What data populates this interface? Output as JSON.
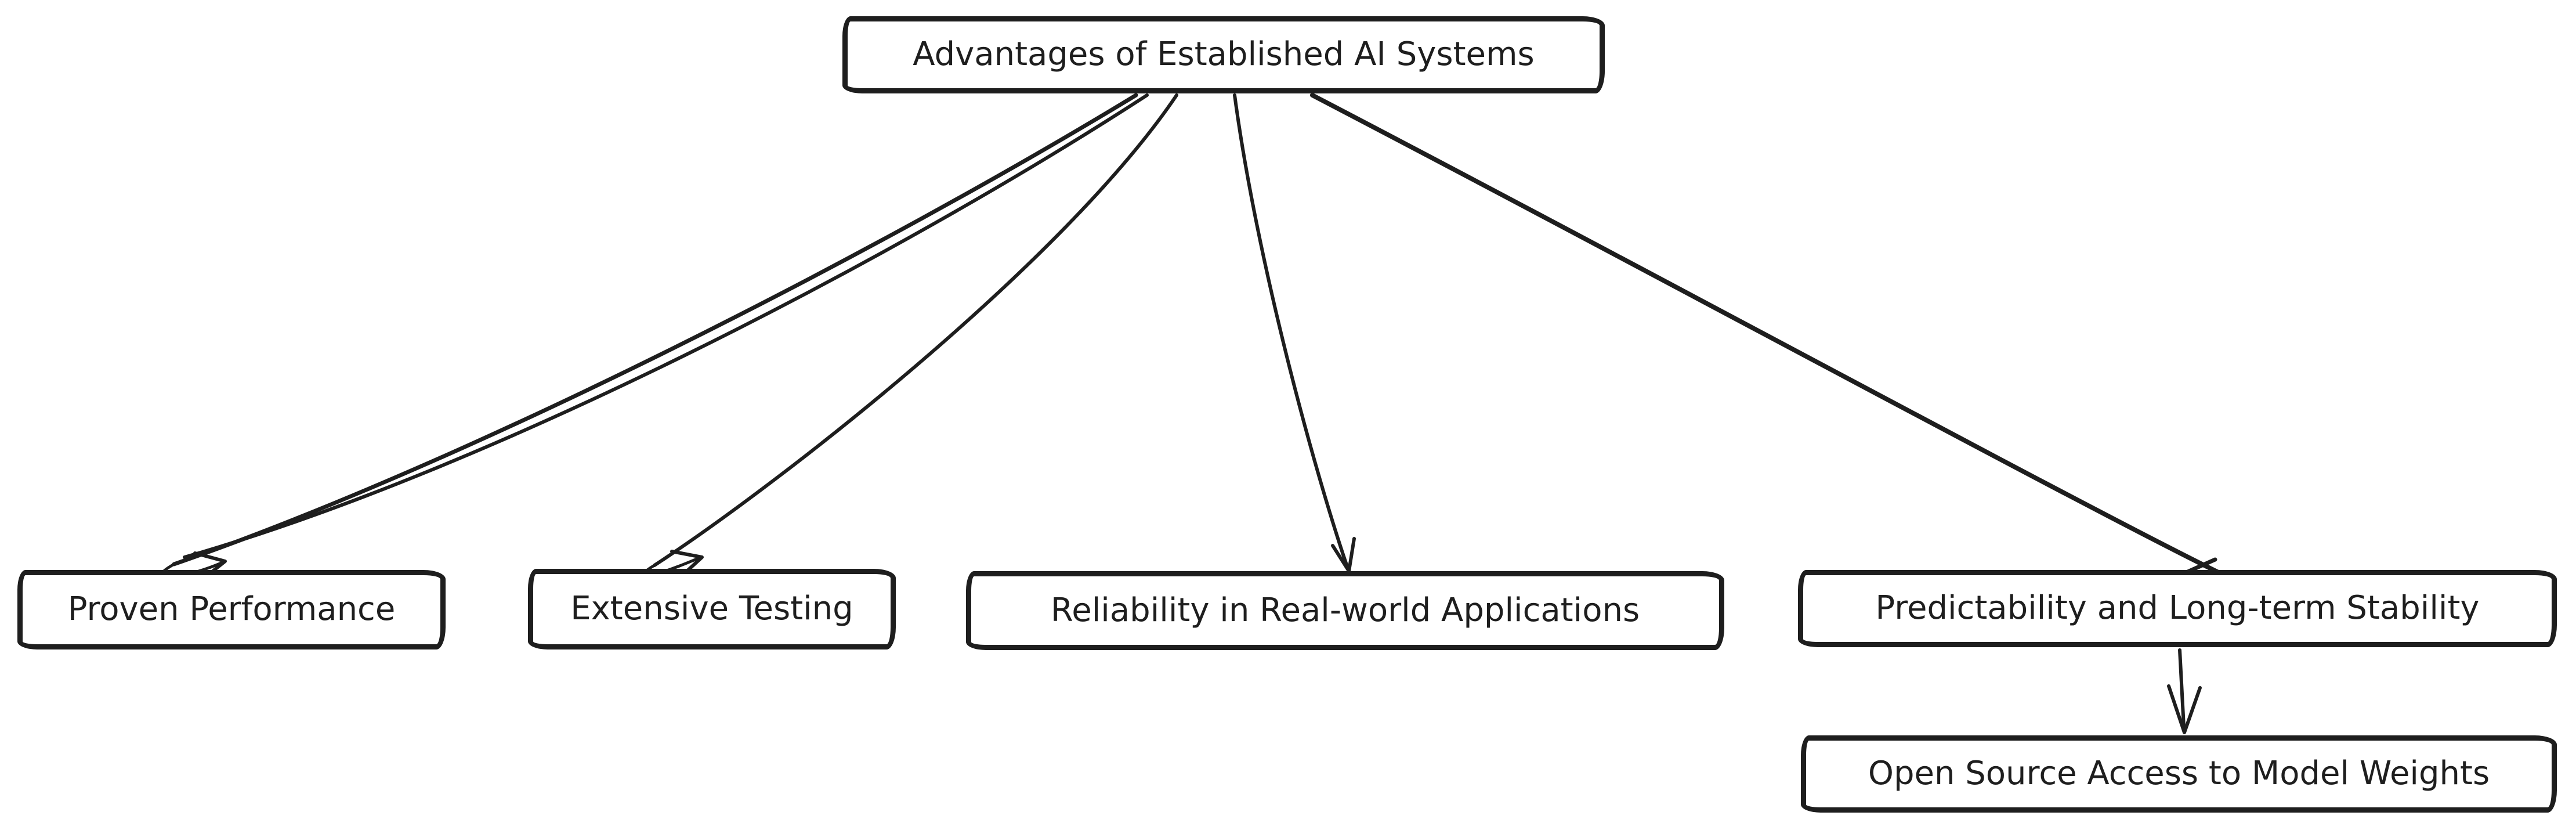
{
  "diagram": {
    "type": "flowchart",
    "style": "hand-drawn",
    "colors": {
      "background": "#ffffff",
      "stroke": "#1e1e1e",
      "node_fill": "#ffffff",
      "text": "#1e1e1e"
    },
    "nodes": {
      "root": {
        "label": "Advantages of Established AI Systems"
      },
      "children": [
        {
          "label": "Proven Performance"
        },
        {
          "label": "Extensive Testing"
        },
        {
          "label": "Reliability in Real-world Applications"
        },
        {
          "label": "Predictability and Long-term Stability"
        }
      ],
      "grandchild": {
        "label": "Open Source Access to Model Weights"
      }
    },
    "edges": [
      {
        "from": "Advantages of Established AI Systems",
        "to": "Proven Performance"
      },
      {
        "from": "Advantages of Established AI Systems",
        "to": "Extensive Testing"
      },
      {
        "from": "Advantages of Established AI Systems",
        "to": "Reliability in Real-world Applications"
      },
      {
        "from": "Advantages of Established AI Systems",
        "to": "Predictability and Long-term Stability"
      },
      {
        "from": "Predictability and Long-term Stability",
        "to": "Open Source Access to Model Weights"
      }
    ]
  }
}
